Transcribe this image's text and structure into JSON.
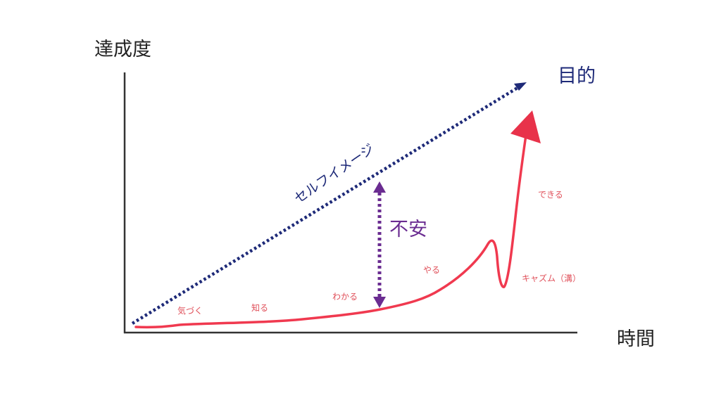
{
  "axes": {
    "y_label": "達成度",
    "x_label": "時間"
  },
  "goal": {
    "label": "目的"
  },
  "self_image": {
    "label": "セルフイメージ"
  },
  "anxiety": {
    "label": "不安"
  },
  "stages": {
    "notice": "気づく",
    "know": "知る",
    "understand": "わかる",
    "do": "やる",
    "chasm": "キャズム（溝）",
    "can": "できる"
  },
  "colors": {
    "axis": "#333333",
    "self_image_line": "#1e2a78",
    "anxiety_arrow": "#6a2c91",
    "growth_curve": "#f0394f",
    "growth_arrowhead": "#e8324a",
    "stage_text": "#e0505a"
  }
}
